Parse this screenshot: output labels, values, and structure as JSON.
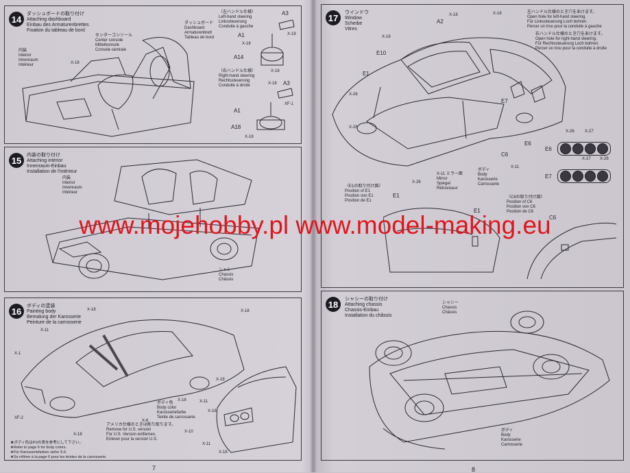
{
  "watermark": "www.mojehobby.pl www.model-making.eu",
  "pages": {
    "left": "7",
    "right": "8"
  },
  "steps": {
    "s14": {
      "num": "14",
      "title": "ダッシュボードの取り付け\nAttaching dashboard\nEinbau des Armaturenbrettes\nFixation du tableau de bord",
      "interior": "内装\nInterior\nInnenraum\nIntérieur",
      "console": "センターコンソール\nCenter console\nMittelkonsole\nConsole centrale",
      "dashboard": "ダッシュボード\nDashboard\nArmaturenbrett\nTableau de bord",
      "lhd": "（左ハンドル仕様）\nLeft-hand steering\nLinkssteuerung\nConduite à gauche",
      "rhd": "（右ハンドル仕様）\nRight-hand steering\nRechtssteuerung\nConduite à droite",
      "parts": [
        "A3",
        "A1",
        "A14",
        "A3",
        "A1",
        "A18"
      ],
      "screws": [
        "X-18",
        "X-18",
        "X-18",
        "X-18",
        "X-18",
        "X-18",
        "XF-1"
      ]
    },
    "s15": {
      "num": "15",
      "title": "内装の取り付け\nAttaching interior\nInnenraum-Einbau\nInstallation de l'intérieur",
      "interior": "内装\nInterior\nInnenraum\nIntérieur",
      "chassis": "シャシー\nChassis\nChâssis"
    },
    "s16": {
      "num": "16",
      "title": "ボディの塗装\nPainting body\nBemalung der Karosserie\nPeinture de la carrosserie",
      "body_color": "ボディ色\nBody color\nKarosseriefarbe\nTeinte de carrosserie",
      "us_note": "アメリカ仕様のときは削り取ります。\nRemove for U.S. version\nFür U.S. Version entfernen.\nEnlever pour la version U.S.",
      "notes": "★ボディ色はP.6の表を参考にして下さい。\n★Refer to page 6 for body colors.\n★Für Karosseriefarben siehe S.6.\n★Se référer à la page 6 pour les teintes de la carrosserie.",
      "tags": [
        "X-18",
        "X-11",
        "X-1",
        "X-18",
        "XF-2",
        "X-18",
        "X-18",
        "X-18",
        "X-6",
        "X-11",
        "X-18",
        "X-10",
        "X-11",
        "X-18"
      ]
    },
    "s17": {
      "num": "17",
      "title": "ウインドウ\nWindow\nScheibe\nVitres",
      "lhd_hole": "左ハンドル仕様のとき穴をあけます。\nOpen hole for left-hand steering.\nFür Linkssteuerung Loch bohren.\nPercer un trou pour la conduite à gauche",
      "rhd_hole": "右ハンドル仕様のとき穴をあけます。\nOpen hole for right-hand steering.\nFür Rechtssteuerung Loch bohren.\nPercer un trou pour la conduite à droite",
      "mirror": "X-11 ミラー面\nMirror\nSpiegel\nRétroviseur",
      "body": "ボディ\nBody\nKarosserie\nCarrosserie",
      "e1_pos": "〈E1の取り付け図〉\nPosition of E1\nPosition von E1\nPosition de E1",
      "c6_pos": "〈C6の取り付け図〉\nPosition of C6\nPosition von C6\nPosition de C6",
      "parts": [
        "A2",
        "E10",
        "E1",
        "E7",
        "E6",
        "C6",
        "E1",
        "E1",
        "C6"
      ],
      "e6_label": "E6",
      "e7_label": "E7",
      "colors_e6": [
        "X-26",
        "X-27"
      ],
      "colors_e7": [
        "X-27",
        "X-26"
      ],
      "tags": [
        "X-18",
        "X-18",
        "X-18",
        "X-26",
        "X-26",
        "X-11",
        "X-26"
      ]
    },
    "s18": {
      "num": "18",
      "title": "シャシーの取り付け\nAttaching chassis\nChassis-Einbau\nInstallation du châssis",
      "chassis": "シャシー\nChassis\nChâssis",
      "body": "ボディ\nBody\nKarosserie\nCarrosserie"
    }
  }
}
